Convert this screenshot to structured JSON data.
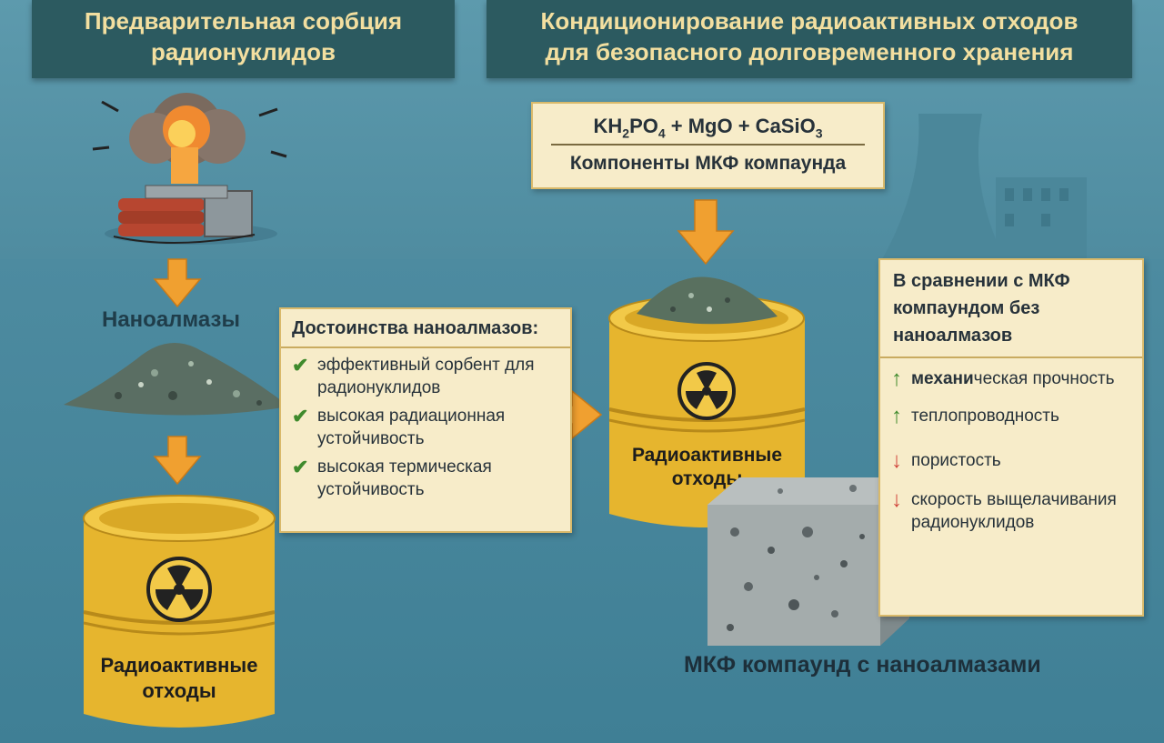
{
  "header_left": {
    "line1": "Предварительная сорбция",
    "line2": "радионуклидов"
  },
  "header_right": {
    "line1": "Кондиционирование радиоактивных отходов",
    "line2": "для безопасного долговременного хранения"
  },
  "formula": {
    "parts": {
      "k": "KH",
      "s1": "2",
      "po": "PO",
      "s2": "4",
      "mid": " + MgO + CaSiO",
      "s3": "3"
    },
    "caption": "Компоненты МКФ компаунда"
  },
  "nanodiamonds_label": "Наноалмазы",
  "advantages": {
    "title": "Достоинства наноалмазов:",
    "items": [
      "эффективный сорбент для радионуклидов",
      "высокая радиационная устойчивость",
      "высокая термическая устойчивость"
    ]
  },
  "barrel_left_label": {
    "line1": "Радиоактивные",
    "line2": "отходы"
  },
  "barrel_right_label": {
    "line1": "Радиоактивные",
    "line2": "отходы"
  },
  "comparison": {
    "title": "В сравнении с МКФ компаундом без наноалмазов",
    "items": [
      {
        "bold": "механи",
        "rest": "ческая прочность",
        "direction": "up"
      },
      {
        "bold": "",
        "rest": "теплопроводность",
        "direction": "up"
      },
      {
        "bold": "",
        "rest": "пористость",
        "direction": "down"
      },
      {
        "bold": "",
        "rest": "скорость выщелачивания радионуклидов",
        "direction": "down"
      }
    ]
  },
  "compound_label": "МКФ компаунд с наноалмазами",
  "icons": [
    "explosion-icon",
    "dynamite-icon",
    "radiation-icon",
    "check-icon",
    "arrow-up-icon",
    "arrow-down-icon"
  ],
  "colors": {
    "header_bg": "#2c5a60",
    "header_text": "#f3dfa0",
    "barrel": "#e8b832",
    "arrow": "#f0a030",
    "panel": "#f7ecc9"
  }
}
